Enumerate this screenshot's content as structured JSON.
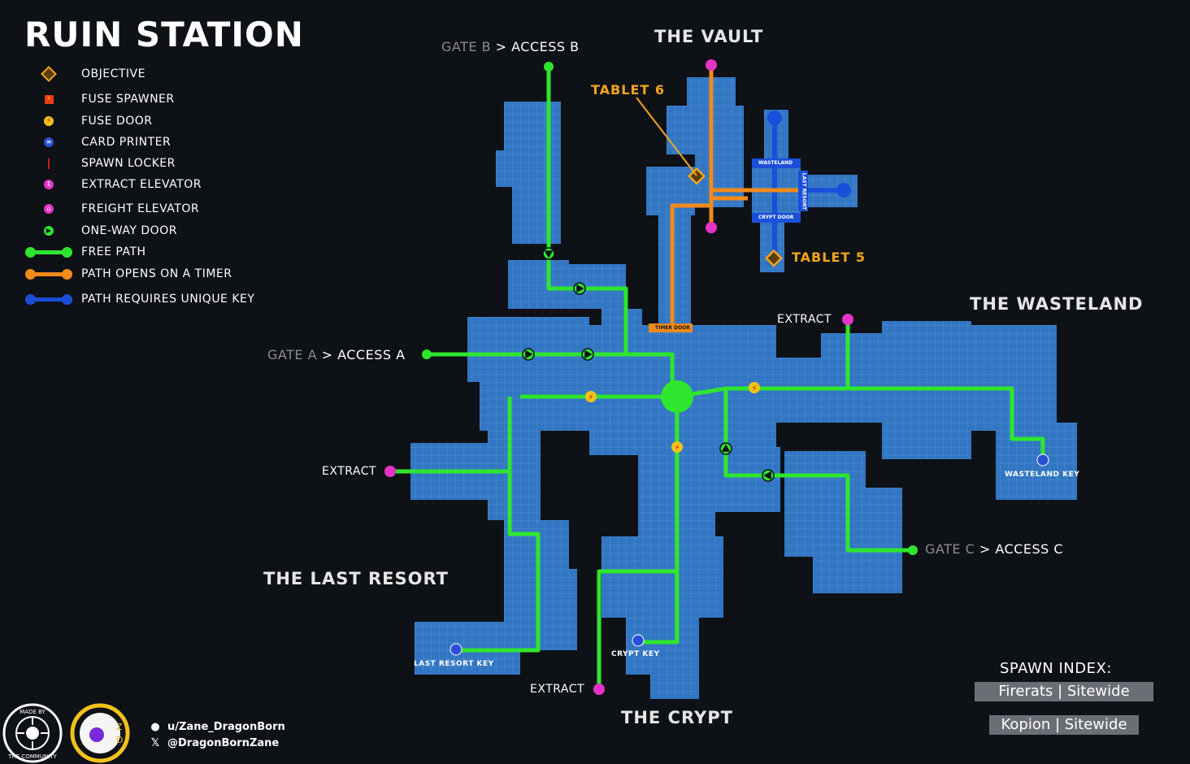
{
  "title": "RUIN STATION",
  "colors": {
    "free": "#2ee62e",
    "timer": "#f28a1a",
    "key": "#1a4fd9",
    "objective": "#f2a51c",
    "elevator": "#e633c7",
    "room": "#3a8fe0"
  },
  "legend": [
    {
      "icon": "objective-icon",
      "label": "OBJECTIVE"
    },
    {
      "icon": "fuse-spawner-icon",
      "label": "FUSE SPAWNER"
    },
    {
      "icon": "fuse-door-icon",
      "label": "FUSE DOOR"
    },
    {
      "icon": "card-printer-icon",
      "label": "CARD PRINTER"
    },
    {
      "icon": "spawn-locker-icon",
      "label": "SPAWN LOCKER"
    },
    {
      "icon": "extract-elevator-icon",
      "label": "EXTRACT ELEVATOR"
    },
    {
      "icon": "freight-elevator-icon",
      "label": "FREIGHT ELEVATOR"
    },
    {
      "icon": "one-way-door-icon",
      "label": "ONE-WAY DOOR"
    },
    {
      "icon": "free-path-line",
      "label": "FREE PATH"
    },
    {
      "icon": "timer-path-line",
      "label": "PATH OPENS ON A TIMER"
    },
    {
      "icon": "key-path-line",
      "label": "PATH REQUIRES UNIQUE KEY"
    }
  ],
  "areas": {
    "vault": "THE VAULT",
    "wasteland": "THE WASTELAND",
    "last_resort": "THE LAST RESORT",
    "crypt": "THE CRYPT"
  },
  "gates": {
    "b": {
      "gate": "GATE B",
      "sep": " > ",
      "access": "ACCESS B"
    },
    "a": {
      "gate": "GATE A",
      "sep": " > ",
      "access": "ACCESS A"
    },
    "c": {
      "gate": "GATE C",
      "sep": " > ",
      "access": "ACCESS C"
    }
  },
  "tablets": {
    "t6": "TABLET 6",
    "t5": "TABLET 5"
  },
  "extracts": {
    "e1": "EXTRACT",
    "e2": "EXTRACT",
    "e3": "EXTRACT"
  },
  "keys": {
    "wasteland": "WASTELAND KEY",
    "crypt": "CRYPT KEY",
    "last_resort": "LAST RESORT KEY"
  },
  "doors": {
    "timer": "TIMER DOOR",
    "vault_wasteland": "WASTELAND",
    "vault_crypt": "CRYPT DOOR",
    "vault_last_resort": "LAST RESORT"
  },
  "spawn_index": {
    "title": "SPAWN INDEX:",
    "entries": [
      "Firerats | Sitewide",
      "Kopion | Sitewide"
    ]
  },
  "credits": {
    "reddit": "u/Zane_DragonBorn",
    "x": "@DragonBornZane",
    "badge": "MADE BY THE COMMUNITY",
    "logo_letters": "ZD"
  }
}
